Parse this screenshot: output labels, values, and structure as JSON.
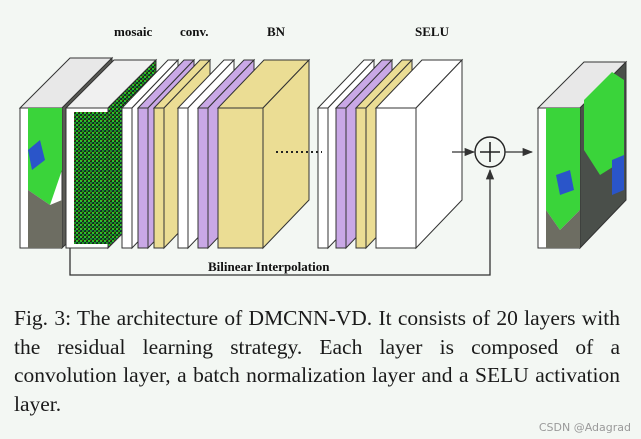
{
  "diagram": {
    "labels": {
      "mosaic": "mosaic",
      "conv": "conv.",
      "bn": "BN",
      "selu": "SELU",
      "bilinear": "Bilinear Interpolation",
      "plus": "+"
    },
    "colors": {
      "conv": "#c9a8e6",
      "bn": "#ebdd94",
      "selu": "#ffffff",
      "stroke": "#333333",
      "arrow": "#333333"
    },
    "icons": [
      "plus-circle-icon",
      "arrow-right-icon",
      "arrow-up-icon"
    ]
  },
  "caption": "Fig. 3: The architecture of DMCNN-VD. It consists of 20 layers with the residual learning strategy. Each layer is composed of a convolution layer, a batch normalization layer and a SELU activation layer.",
  "watermark": "CSDN @Adagrad"
}
